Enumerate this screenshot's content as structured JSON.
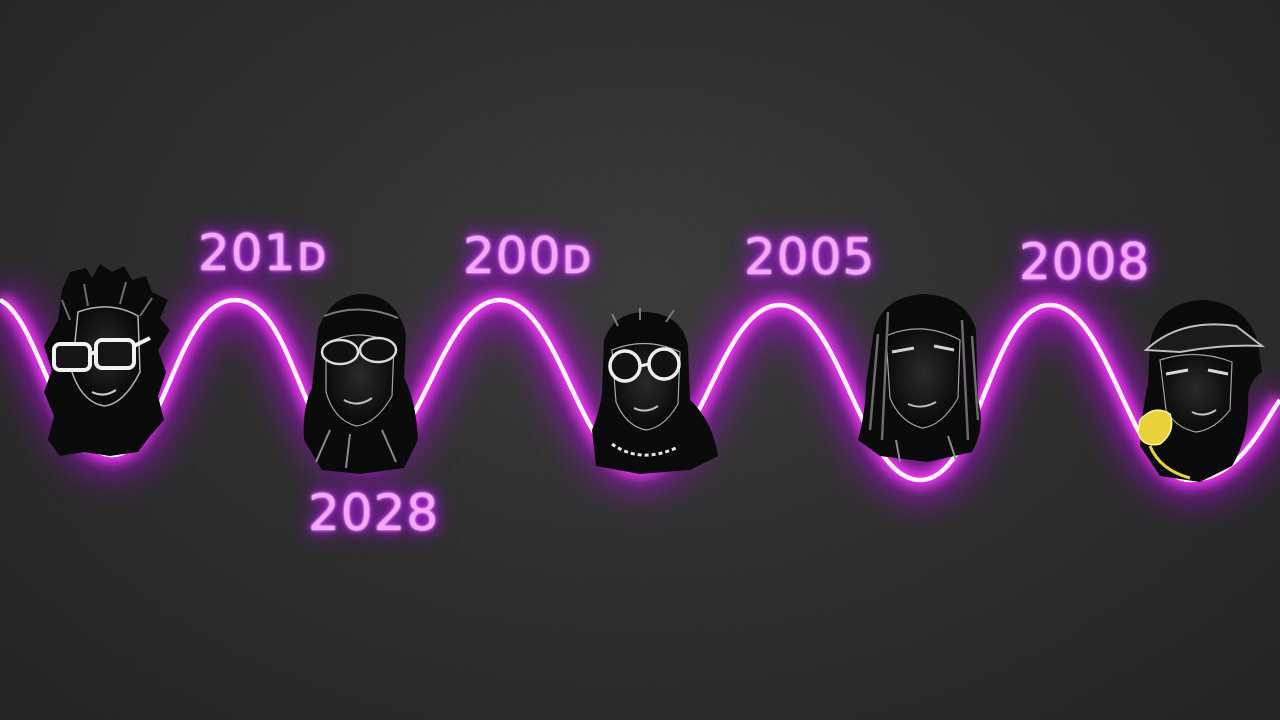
{
  "image": {
    "labels": [
      "201ᴅ",
      "2028",
      "200ᴅ",
      "2005",
      "2008"
    ],
    "colors": {
      "background": "#2d2d2d",
      "neon": "#ff4dff",
      "neon_core": "#fff2ff",
      "label": "#f4a8ff",
      "portrait_fill": "#0c0c0c",
      "portrait_highlight": "#e8e8e8",
      "accent_yellow": "#e8d23a"
    },
    "portraits": [
      {
        "name": "portrait-1",
        "icon": "portrait-white-glasses-dreads"
      },
      {
        "name": "portrait-2",
        "icon": "portrait-dark-glasses-hood"
      },
      {
        "name": "portrait-3",
        "icon": "portrait-round-glasses-chain"
      },
      {
        "name": "portrait-4",
        "icon": "portrait-braids"
      },
      {
        "name": "portrait-5",
        "icon": "portrait-cap-yellow-mic"
      }
    ]
  }
}
